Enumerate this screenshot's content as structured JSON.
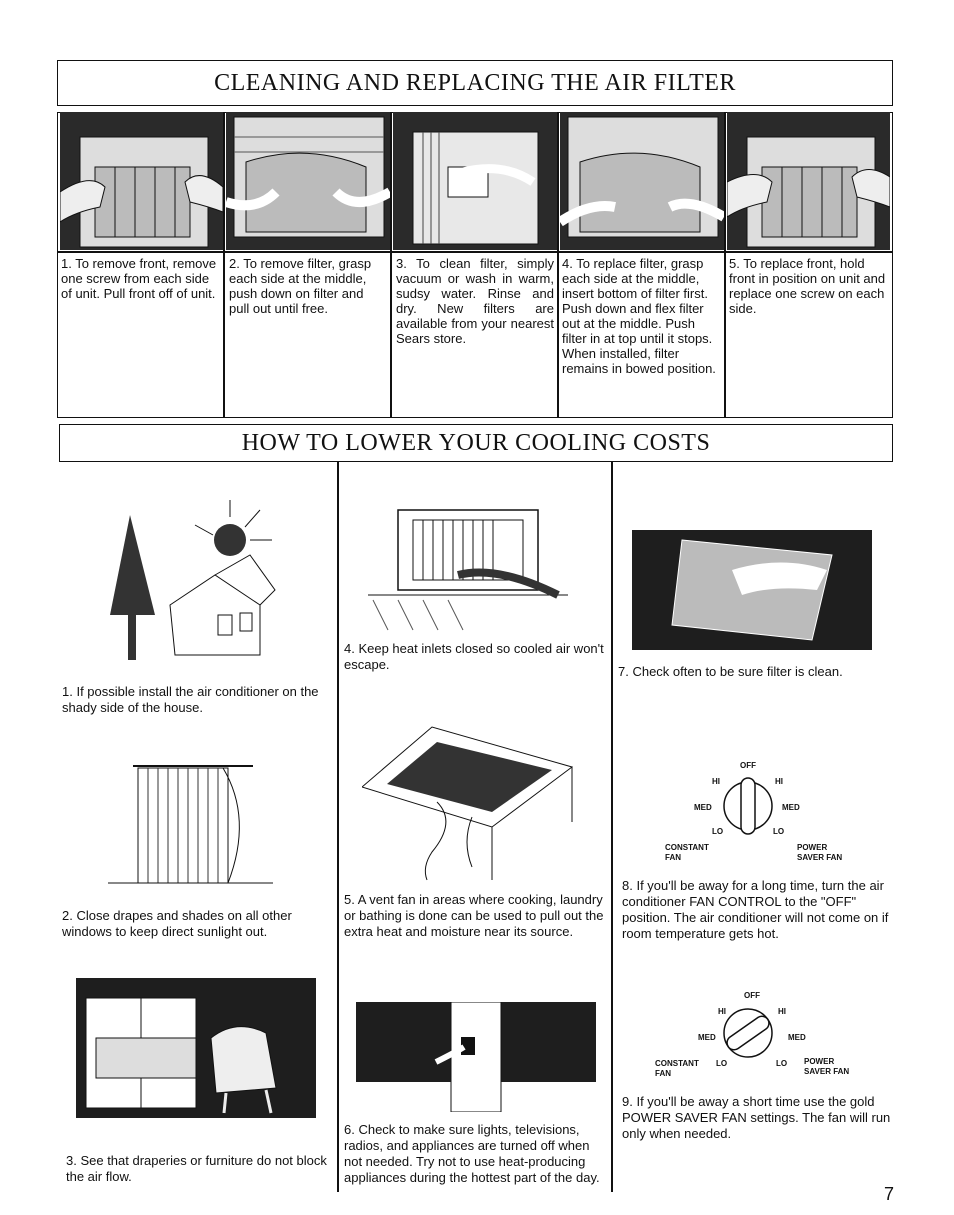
{
  "filter_section": {
    "title": "CLEANING AND REPLACING THE AIR FILTER",
    "steps": [
      {
        "text": "1. To remove front, remove one screw from each side of unit. Pull front off of unit."
      },
      {
        "text": "2. To remove filter, grasp each side at the middle, push down on filter and pull out until free."
      },
      {
        "text": "3. To clean filter, simply vacuum or wash in warm, sudsy water. Rinse and dry. New filters are available from your nearest Sears store."
      },
      {
        "text": "4. To replace filter, grasp each side at the middle, insert bottom of filter first. Push down and flex filter out at the middle. Push filter in at top until it stops. When installed, filter remains in bowed position."
      },
      {
        "text": "5. To replace front, hold front in position on unit and replace one screw on each side."
      }
    ]
  },
  "costs_section": {
    "title": "HOW TO LOWER YOUR COOLING COSTS",
    "tips": [
      {
        "text": "1. If possible install the air conditioner on the shady side of the house."
      },
      {
        "text": "2. Close drapes and shades on all other windows to keep direct sunlight out."
      },
      {
        "text": "3. See that draperies or furniture do not block the air flow."
      },
      {
        "text": "4. Keep heat inlets closed so cooled air won't escape."
      },
      {
        "text": "5. A vent fan in areas where cooking, laundry or bathing is done can be used to pull out the extra heat and moisture near its source."
      },
      {
        "text": "6. Check to make sure lights, televisions, radios, and appliances are turned off when not needed. Try not to use heat-producing appliances during the hottest part of the day."
      },
      {
        "text": "7. Check often to be sure filter is clean."
      },
      {
        "text": "8. If you'll be away for a long time, turn the air conditioner FAN CONTROL to the \"OFF\" position. The air conditioner will not come on if room temperature gets hot."
      },
      {
        "text": "9. If you'll be away a short time use the gold POWER SAVER FAN settings. The fan will run only when needed."
      }
    ]
  },
  "dial_1": {
    "off": "OFF",
    "hi_left": "HI",
    "hi_right": "HI",
    "med_left": "MED",
    "med_right": "MED",
    "lo_left": "LO",
    "lo_right": "LO",
    "constant": "CONSTANT",
    "fan": "FAN",
    "power": "POWER",
    "saver_fan": "SAVER FAN"
  },
  "dial_2": {
    "off": "OFF",
    "hi_left": "HI",
    "hi_right": "HI",
    "med_left": "MED",
    "med_right": "MED",
    "constant": "CONSTANT",
    "lo_left": "LO",
    "lo_right": "LO",
    "power": "POWER",
    "fan": "FAN",
    "saver_fan": "SAVER FAN"
  },
  "page_number": "7"
}
